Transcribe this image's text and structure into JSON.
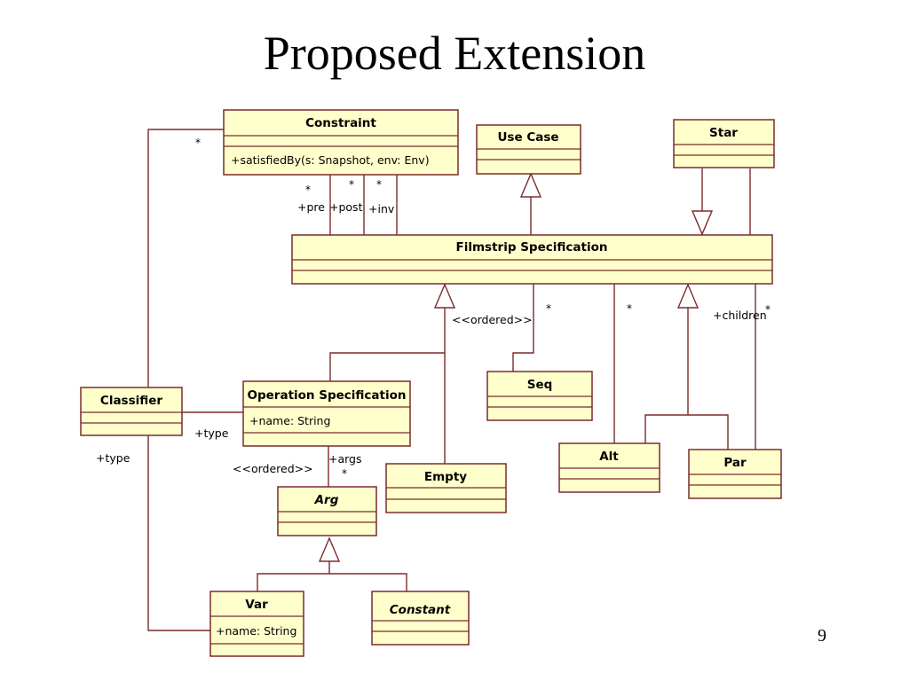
{
  "slide": {
    "title": "Proposed Extension",
    "page_number": "9"
  },
  "classes": {
    "constraint": {
      "name": "Constraint",
      "operation": "+satisfiedBy(s: Snapshot, env: Env)"
    },
    "use_case": {
      "name": "Use Case"
    },
    "star": {
      "name": "Star"
    },
    "filmstrip_specification": {
      "name": "Filmstrip Specification"
    },
    "classifier": {
      "name": "Classifier"
    },
    "operation_specification": {
      "name": "Operation Specification",
      "attribute": "+name: String"
    },
    "seq": {
      "name": "Seq"
    },
    "empty": {
      "name": "Empty"
    },
    "alt": {
      "name": "Alt"
    },
    "par": {
      "name": "Par"
    },
    "arg": {
      "name": "Arg",
      "abstract": true
    },
    "var": {
      "name": "Var",
      "attribute": "+name: String"
    },
    "constant": {
      "name": "Constant",
      "abstract": true
    }
  },
  "labels": {
    "constraint_classifier_mult": "*",
    "pre_mult": "*",
    "post_mult": "*",
    "inv_mult": "*",
    "pre_role": "+pre",
    "post_role": "+post",
    "inv_role": "+inv",
    "ordered_steps": "<<ordered>>",
    "seq_mult": "*",
    "alt_mult": "*",
    "children_role": "+children",
    "children_mult": "*",
    "opspec_type_role": "+type",
    "var_type_role": "+type",
    "ordered_args": "<<ordered>>",
    "args_role": "+args",
    "args_mult": "*"
  },
  "colors": {
    "box_fill": "#ffffcc",
    "box_stroke": "#7b2b2b",
    "text": "#000000"
  }
}
